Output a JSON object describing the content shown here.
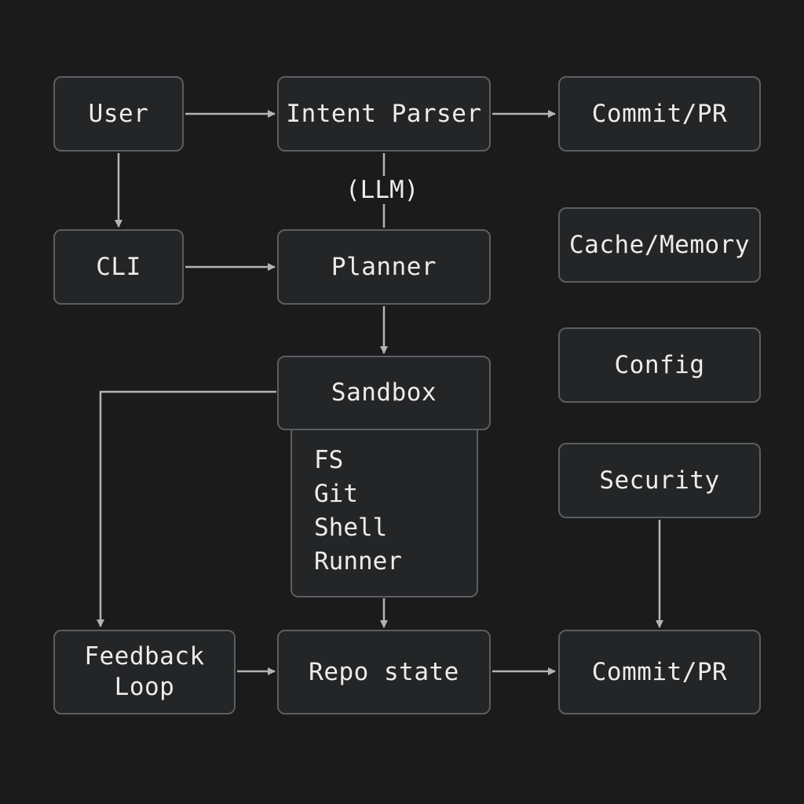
{
  "diagram": {
    "nodes": {
      "user": "User",
      "intent_parser": "Intent Parser",
      "commit_pr_top": "Commit/PR",
      "cli": "CLI",
      "planner": "Planner",
      "cache_memory": "Cache/Memory",
      "config": "Config",
      "sandbox": "Sandbox",
      "security": "Security",
      "feedback_loop_line1": "Feedback",
      "feedback_loop_line2": "Loop",
      "repo_state": "Repo state",
      "commit_pr_bottom": "Commit/PR"
    },
    "sandbox_items": [
      "FS",
      "Git",
      "Shell",
      "Runner"
    ],
    "edge_labels": {
      "intent_to_planner": "(LLM)"
    },
    "colors": {
      "background": "#1b1b1b",
      "node_fill": "#232527",
      "node_border": "#5a5e62",
      "text": "#ececec",
      "arrow": "#b4b4b4"
    }
  }
}
